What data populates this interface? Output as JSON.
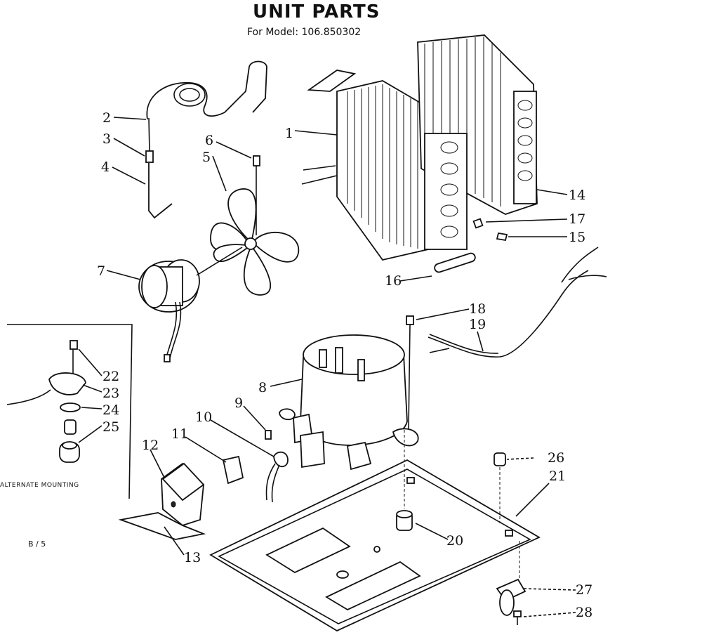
{
  "header": {
    "title": "UNIT PARTS",
    "subtitle": "For Model: 106.850302"
  },
  "inset": {
    "caption": "ALTERNATE MOUNTING"
  },
  "footer": {
    "page_ref": "B / 5"
  },
  "callouts": {
    "c1": "1",
    "c2": "2",
    "c3": "3",
    "c4": "4",
    "c5": "5",
    "c6": "6",
    "c7": "7",
    "c8": "8",
    "c9": "9",
    "c10": "10",
    "c11": "11",
    "c12": "12",
    "c13": "13",
    "c14": "14",
    "c15": "15",
    "c16": "16",
    "c17": "17",
    "c18": "18",
    "c19": "19",
    "c20": "20",
    "c21": "21",
    "c22": "22",
    "c23": "23",
    "c24": "24",
    "c25": "25",
    "c26": "26",
    "c27": "27",
    "c28": "28"
  }
}
